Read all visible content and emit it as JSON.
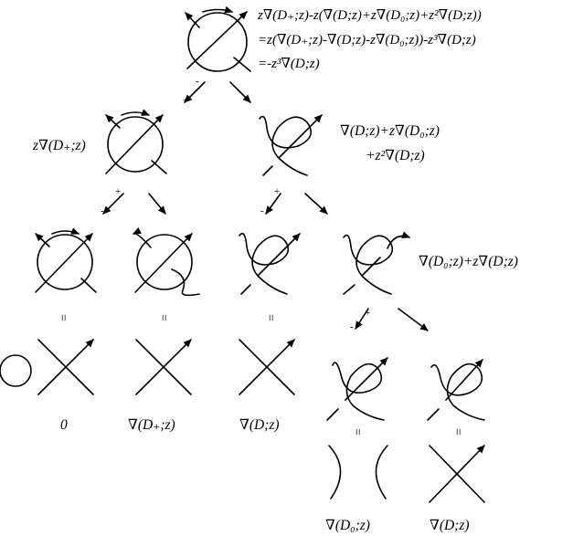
{
  "root": {
    "lines": [
      "z∇(D₊;z)-z(∇(D;z)+z∇(D₀;z)+z²∇(D;z))",
      "=z(∇(D₊;z)-∇(D;z)-z∇(D₀;z))-z³∇(D;z)",
      "=-z³∇(D;z)"
    ]
  },
  "level2": {
    "left_label": "z∇(D₊;z)",
    "right_label_1": "∇(D;z)+z∇(D₀;z)",
    "right_label_2": "+z²∇(D;z)"
  },
  "level3": {
    "right_label": "∇(D₀;z)+z∇(D;z)"
  },
  "level4": {
    "values": [
      "0",
      "∇(D₊;z)",
      "∇(D;z)"
    ]
  },
  "level5": {
    "values": [
      "∇(D₀;z)",
      "∇(D;z)"
    ]
  },
  "signs": {
    "minus": "-",
    "plus": "+"
  },
  "equals": "="
}
